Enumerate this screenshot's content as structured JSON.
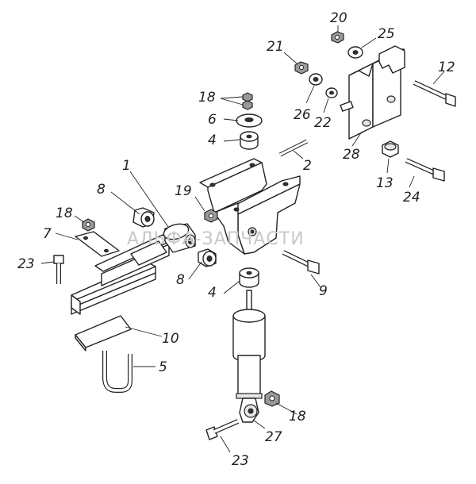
{
  "watermark": "АЛЬФА-ЗАПЧАСТИ",
  "callouts": {
    "c1": "1",
    "c2": "2",
    "c4a": "4",
    "c4b": "4",
    "c5": "5",
    "c6": "6",
    "c7": "7",
    "c8a": "8",
    "c8b": "8",
    "c9": "9",
    "c10": "10",
    "c12": "12",
    "c13": "13",
    "c18a": "18",
    "c18b": "18",
    "c18c": "18",
    "c19": "19",
    "c20": "20",
    "c21": "21",
    "c22": "22",
    "c23a": "23",
    "c23b": "23",
    "c24": "24",
    "c25": "25",
    "c26": "26",
    "c27": "27",
    "c28": "28"
  }
}
